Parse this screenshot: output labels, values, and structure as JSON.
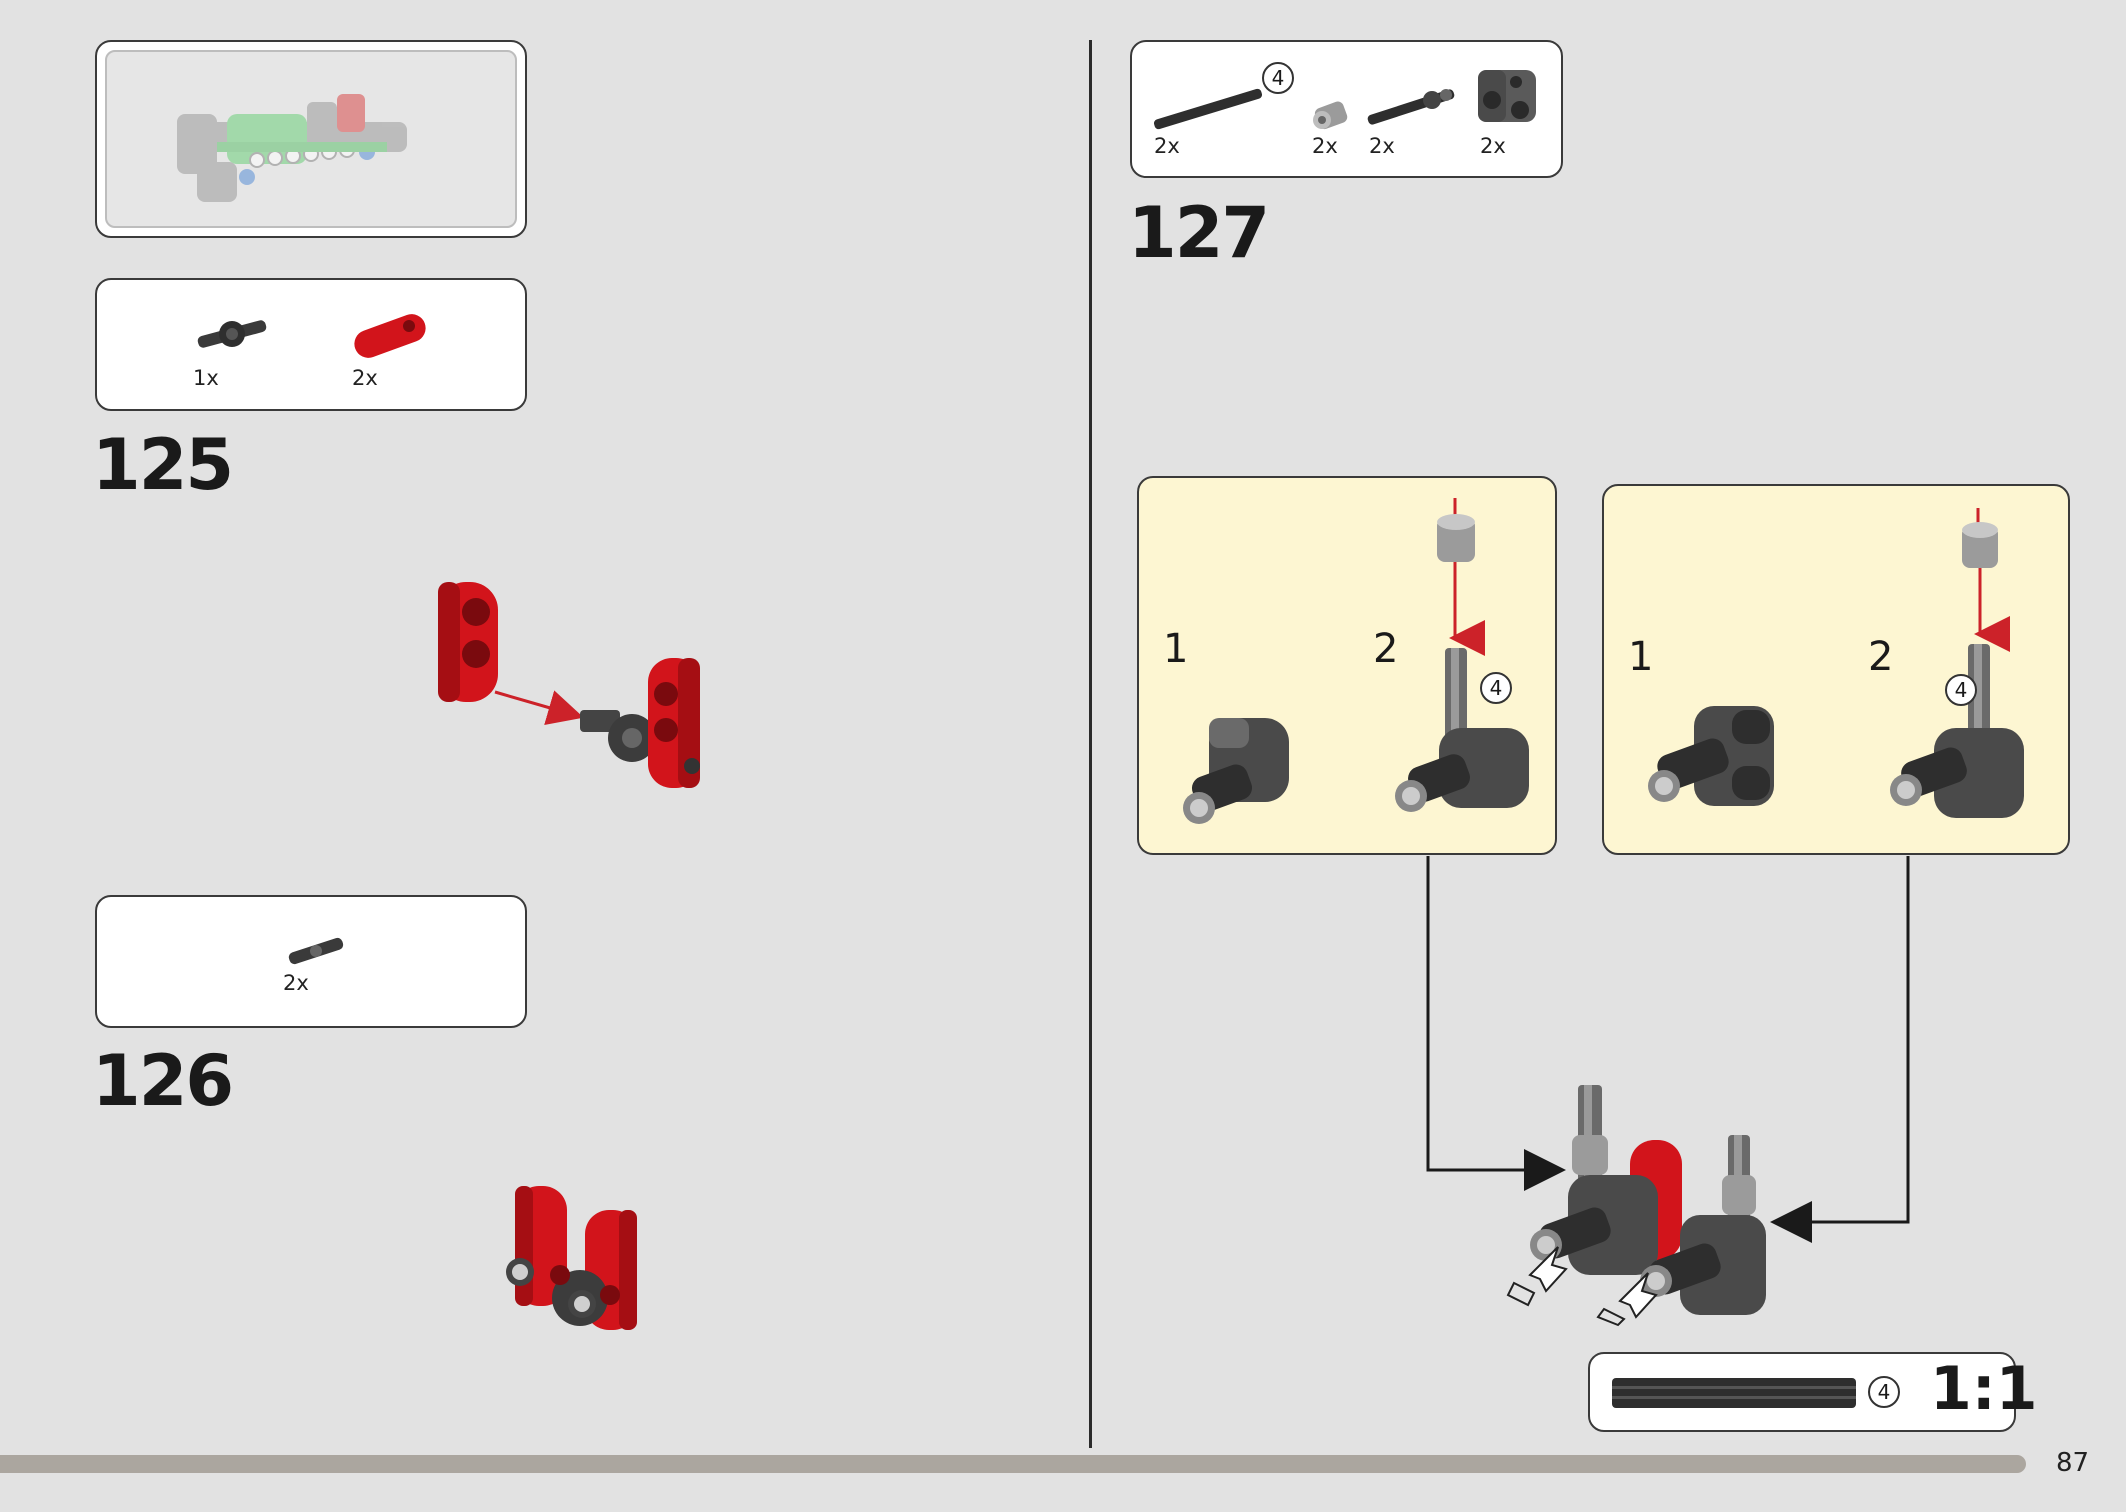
{
  "page": {
    "number": "87"
  },
  "step125": {
    "number": "125",
    "parts": [
      {
        "qty": "1x"
      },
      {
        "qty": "2x"
      }
    ]
  },
  "step126": {
    "number": "126",
    "parts": [
      {
        "qty": "2x"
      }
    ]
  },
  "step127": {
    "number": "127",
    "parts": [
      {
        "qty": "2x"
      },
      {
        "qty": "2x"
      },
      {
        "qty": "2x"
      },
      {
        "qty": "2x"
      }
    ],
    "axle_length": "4",
    "callout_left": {
      "sub1": "1",
      "sub2": "2",
      "axle_length": "4"
    },
    "callout_right": {
      "sub1": "1",
      "sub2": "2",
      "axle_length": "4"
    }
  },
  "scale_reference": {
    "axle_length": "4",
    "ratio": "1:1"
  },
  "colors": {
    "page_bg": "#e2e2e2",
    "callout_bg": "#fdf6d2",
    "red_part": "#d2141b",
    "dark_part": "#3c3c3c",
    "arrow_red": "#cc2229"
  }
}
